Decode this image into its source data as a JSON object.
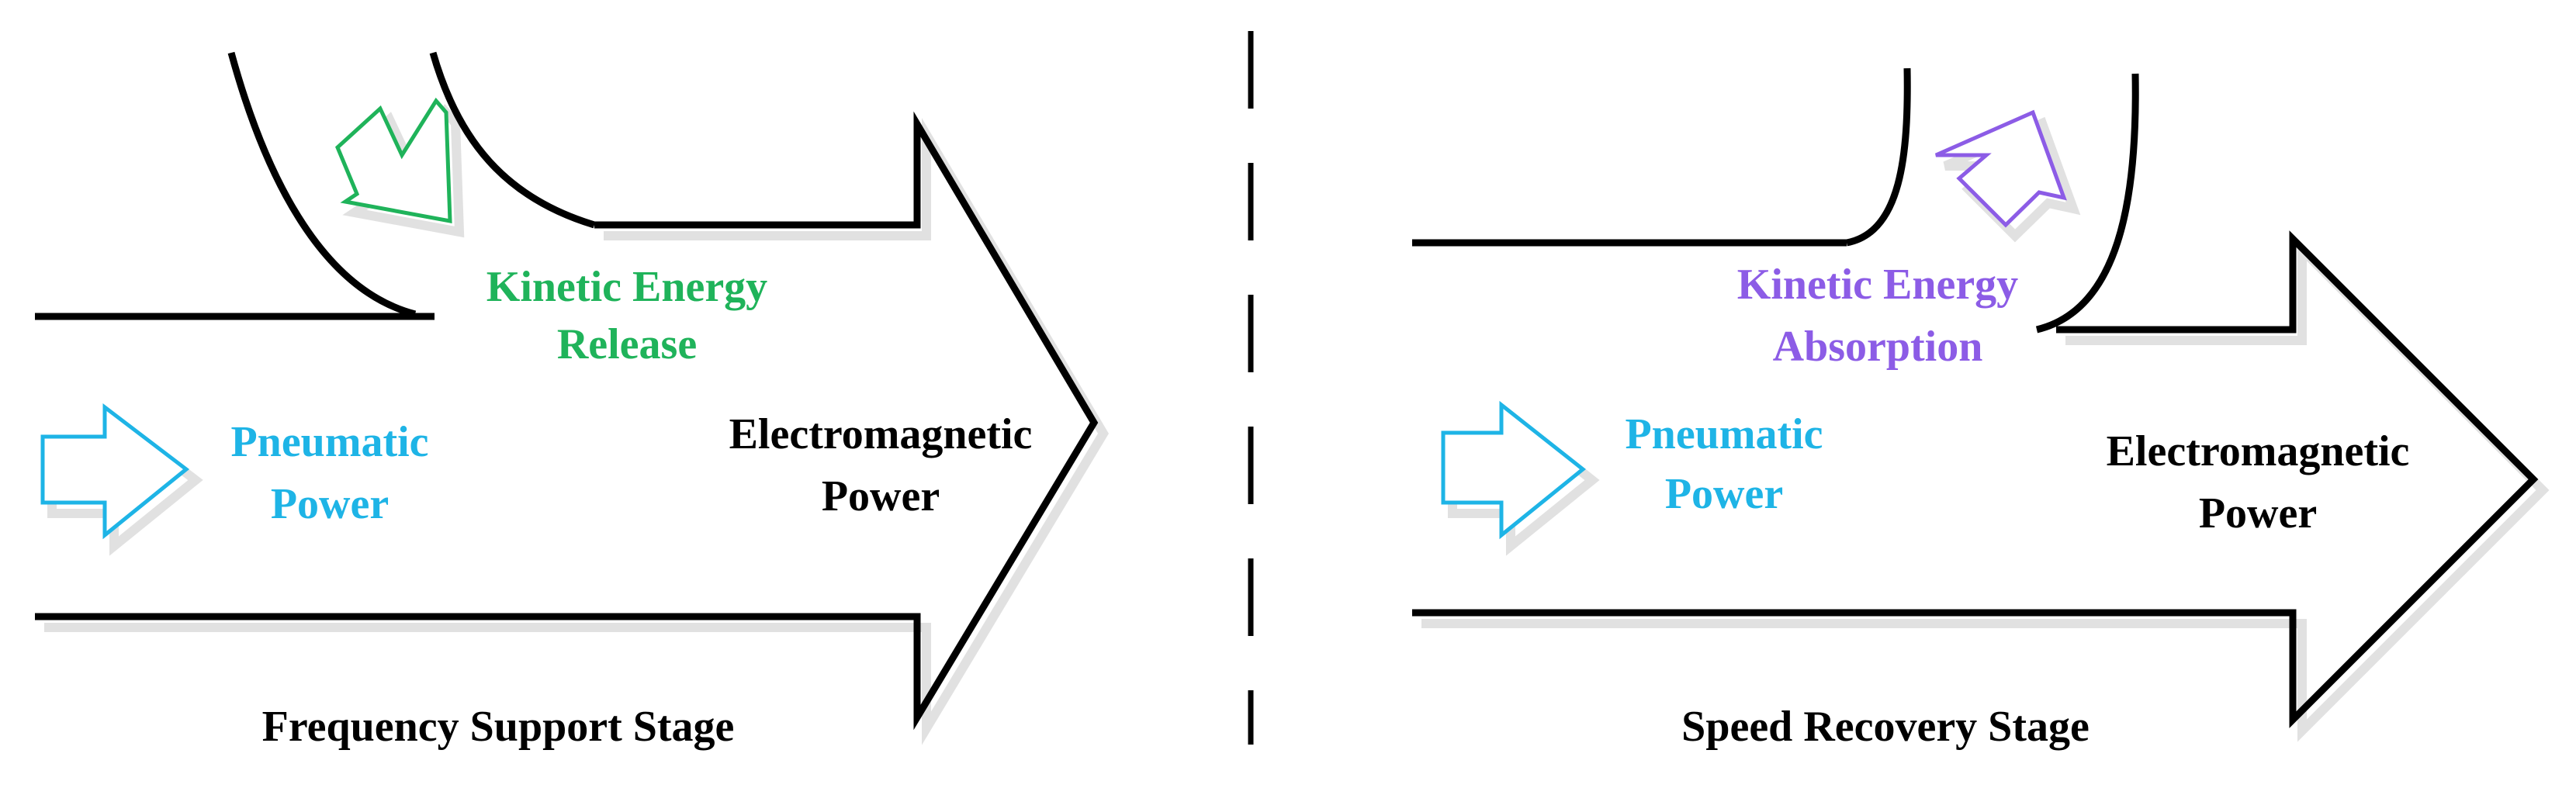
{
  "colors": {
    "outline": "#000000",
    "pneumatic": "#1eb4e6",
    "kinetic_release": "#1fb35a",
    "kinetic_absorption": "#8c5ce6",
    "electromagnetic": "#000000"
  },
  "left_panel": {
    "pneumatic_line1": "Pneumatic",
    "pneumatic_line2": "Power",
    "kinetic_line1": "Kinetic Energy",
    "kinetic_line2": "Release",
    "electromagnetic_line1": "Electromagnetic",
    "electromagnetic_line2": "Power",
    "stage": "Frequency Support Stage"
  },
  "right_panel": {
    "pneumatic_line1": "Pneumatic",
    "pneumatic_line2": "Power",
    "kinetic_line1": "Kinetic Energy",
    "kinetic_line2": "Absorption",
    "electromagnetic_line1": "Electromagnetic",
    "electromagnetic_line2": "Power",
    "stage": "Speed Recovery Stage"
  }
}
